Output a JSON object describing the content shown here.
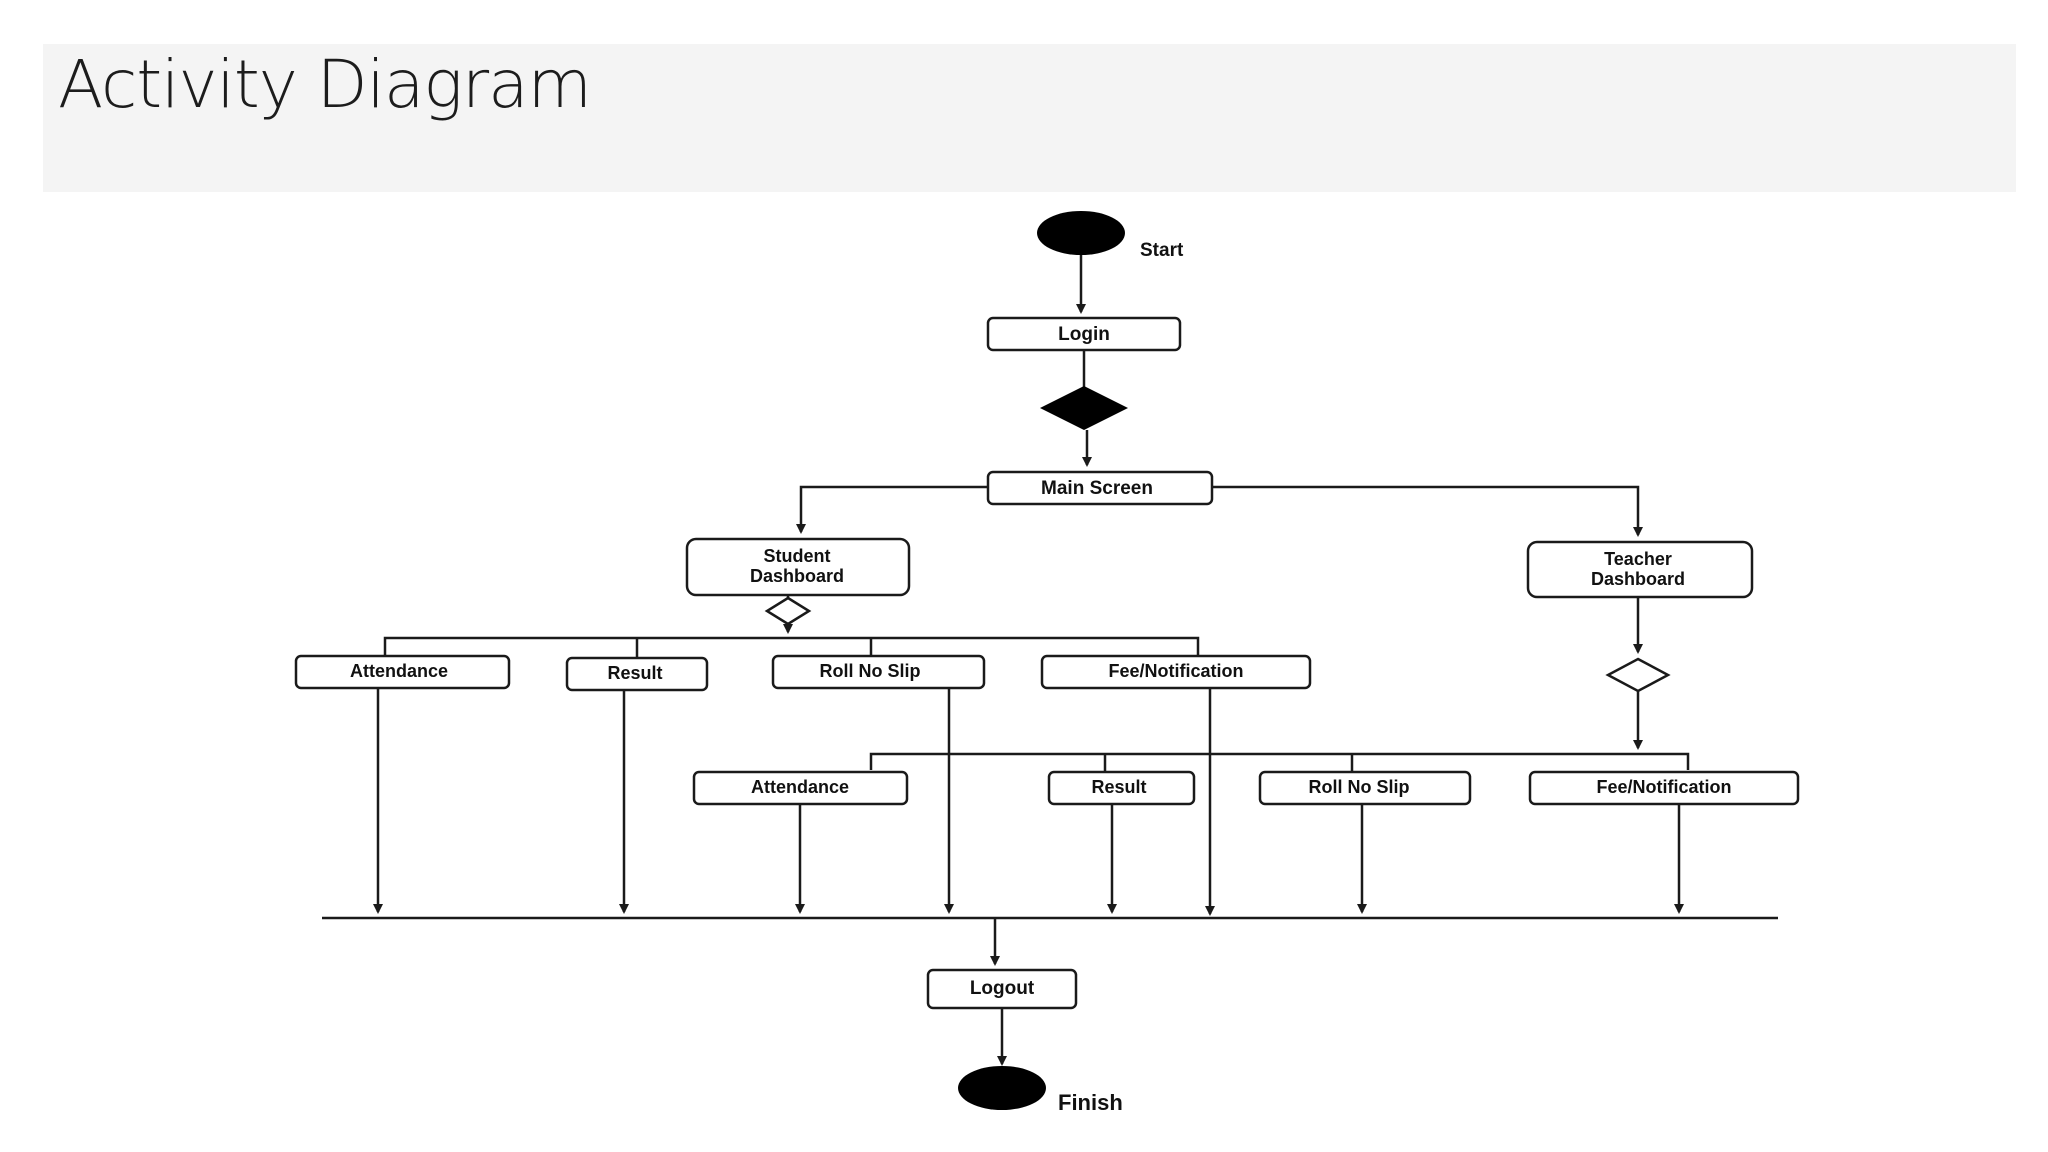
{
  "slide": {
    "title": "Activity Diagram"
  },
  "diagram": {
    "start_label": "Start",
    "finish_label": "Finish",
    "login": "Login",
    "main_screen": "Main Screen",
    "student_dashboard": [
      "Student",
      "Dashboard"
    ],
    "teacher_dashboard": [
      "Teacher",
      "Dashboard"
    ],
    "student_items": [
      "Attendance",
      "Result",
      "Roll No Slip",
      "Fee/Notification"
    ],
    "teacher_items": [
      "Attendance",
      "Result",
      "Roll No Slip",
      "Fee/Notification"
    ],
    "logout": "Logout"
  },
  "colors": {
    "title_band": "#f4f4f4",
    "line": "#1a1a1a",
    "node_fill": "#000000"
  }
}
